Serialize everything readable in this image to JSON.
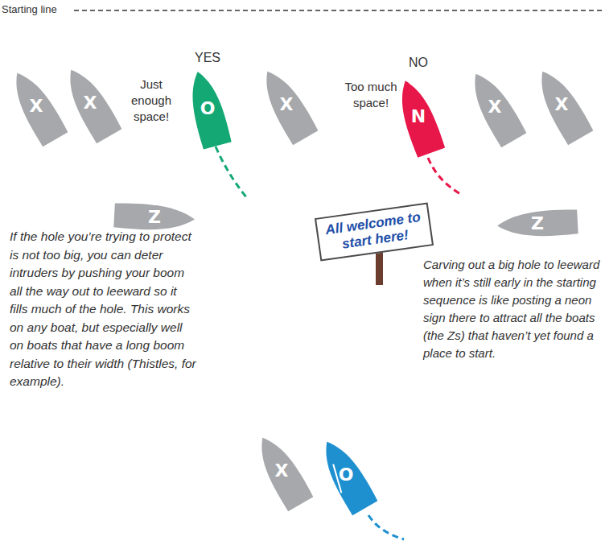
{
  "diagram": {
    "nodes": [
      {
        "text": [
          "X"
        ]
      },
      {
        "text": [
          "X"
        ]
      },
      {
        "text": [
          "O"
        ]
      },
      {
        "text": [
          "X"
        ]
      },
      {
        "text": [
          "N"
        ]
      },
      {
        "text": [
          "X"
        ]
      },
      {
        "text": [
          "X"
        ]
      },
      {
        "text": [
          "Z"
        ]
      },
      {
        "text": [
          "All welcome to start here!"
        ]
      },
      {
        "text": [
          "Z"
        ]
      },
      {
        "text": [
          "X"
        ]
      },
      {
        "text": [
          "O"
        ]
      }
    ],
    "labels": [
      "Starting line",
      "YES",
      "NO",
      "Just enough space!",
      "Too much space!",
      "If the hole you’re trying to protect is not too big, you can deter intruders by pushing your boom all the way out to leeward so it fills much of the hole. This works on any boat, but especially well on boats that have a long boom relative to their width (Thistles, for example).",
      "Carving out a big hole to leeward when it’s still early in the starting sequence is like posting a neon sign there to attract all the boats (the Zs) that haven’t yet found a place to start."
    ]
  }
}
